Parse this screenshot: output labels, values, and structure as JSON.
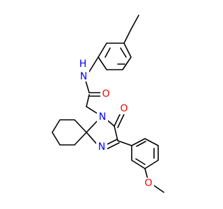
{
  "molecule": {
    "atoms": {
      "nh": {
        "label": "N",
        "h_label": "H",
        "color": "#0000ff"
      },
      "carbonyl_o": {
        "label": "O",
        "color": "#ff0000"
      },
      "amide_n": {
        "label": "N",
        "color": "#0000ff"
      },
      "ketone_o": {
        "label": "O",
        "color": "#ff0000"
      },
      "imine_n": {
        "label": "N",
        "color": "#0000ff"
      },
      "methoxy_o": {
        "label": "O",
        "color": "#ff0000"
      }
    }
  }
}
